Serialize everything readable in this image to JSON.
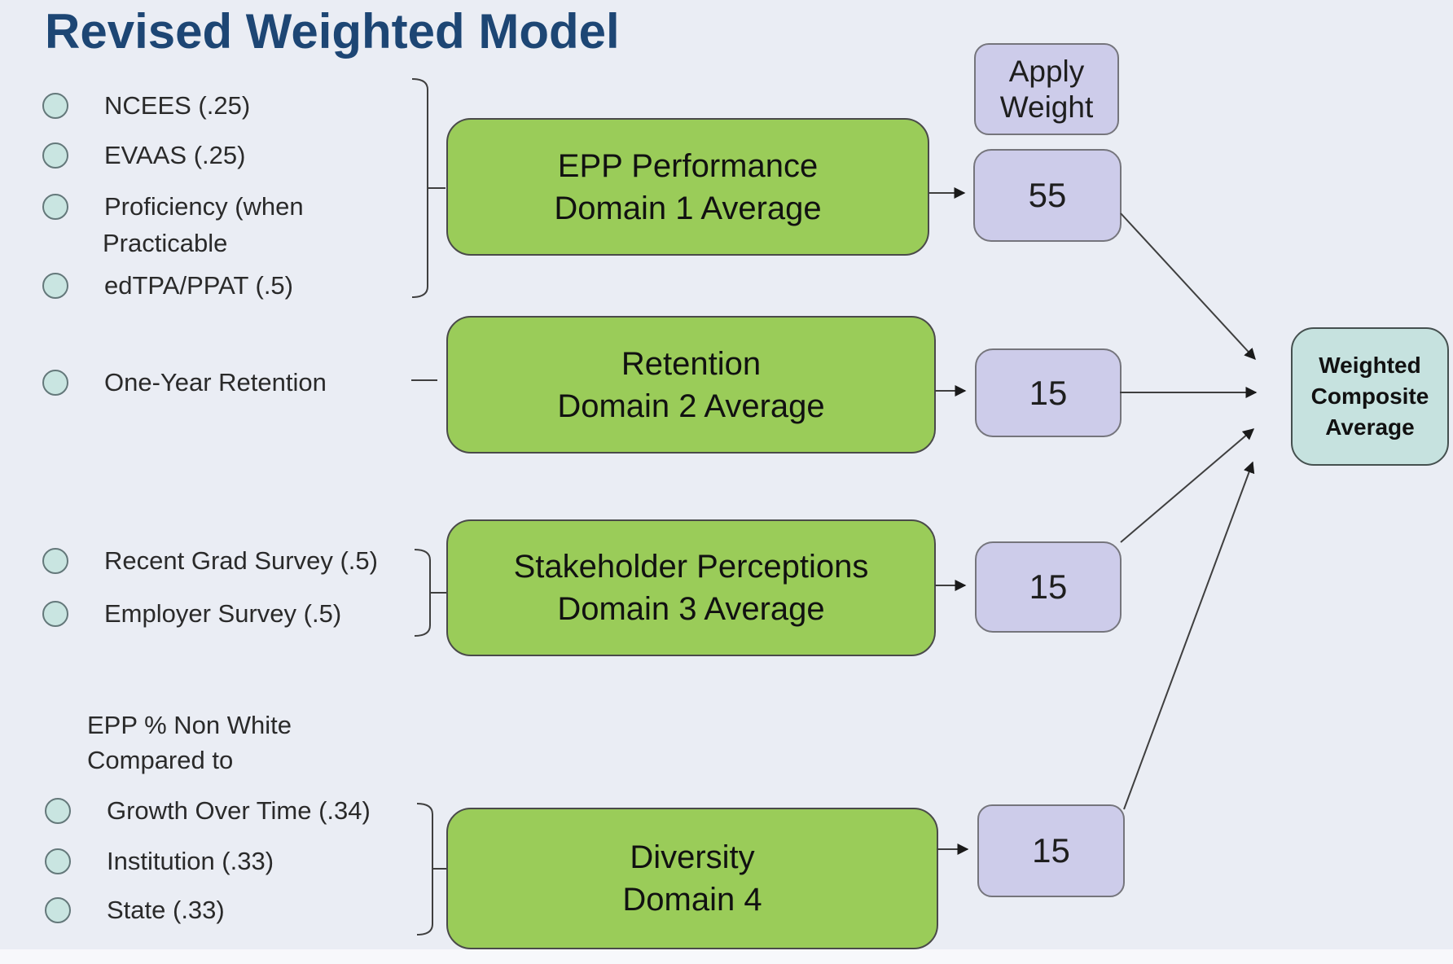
{
  "title": "Revised Weighted Model",
  "sources": [
    {
      "label": "NCEES (.25)",
      "has_bullet": true
    },
    {
      "label": "EVAAS (.25)",
      "has_bullet": true
    },
    {
      "label": "Proficiency (when",
      "has_bullet": true
    },
    {
      "label": "Practicable",
      "has_bullet": false
    },
    {
      "label": "edTPA/PPAT (.5)",
      "has_bullet": true
    },
    {
      "label": "One-Year Retention",
      "has_bullet": true
    },
    {
      "label": "Recent Grad Survey (.5)",
      "has_bullet": true
    },
    {
      "label": "Employer Survey (.5)",
      "has_bullet": true
    },
    {
      "label": "EPP % Non White",
      "has_bullet": false
    },
    {
      "label": "Compared to",
      "has_bullet": false
    },
    {
      "label": "Growth Over Time (.34)",
      "has_bullet": true
    },
    {
      "label": "Institution (.33)",
      "has_bullet": true
    },
    {
      "label": "State (.33)",
      "has_bullet": true
    }
  ],
  "domains": [
    {
      "title_line1": "EPP Performance",
      "title_line2": "Domain 1 Average",
      "weight": "55"
    },
    {
      "title_line1": "Retention",
      "title_line2": "Domain 2 Average",
      "weight": "15"
    },
    {
      "title_line1": "Stakeholder Perceptions",
      "title_line2": "Domain 3 Average",
      "weight": "15"
    },
    {
      "title_line1": "Diversity",
      "title_line2": "Domain 4",
      "weight": "15"
    }
  ],
  "apply_weight_header": {
    "line1": "Apply",
    "line2": "Weight"
  },
  "composite": {
    "line1": "Weighted",
    "line2": "Composite",
    "line3": "Average"
  },
  "colors": {
    "background": "#EAEDF4",
    "domain_box_green": "#9ACC59",
    "weight_box_purple": "#CDCCEA",
    "composite_box_teal": "#C6E2DF",
    "bullet_fill": "#C9E5E1",
    "title_text": "#1D4674",
    "connector": "#3F3F3F"
  }
}
